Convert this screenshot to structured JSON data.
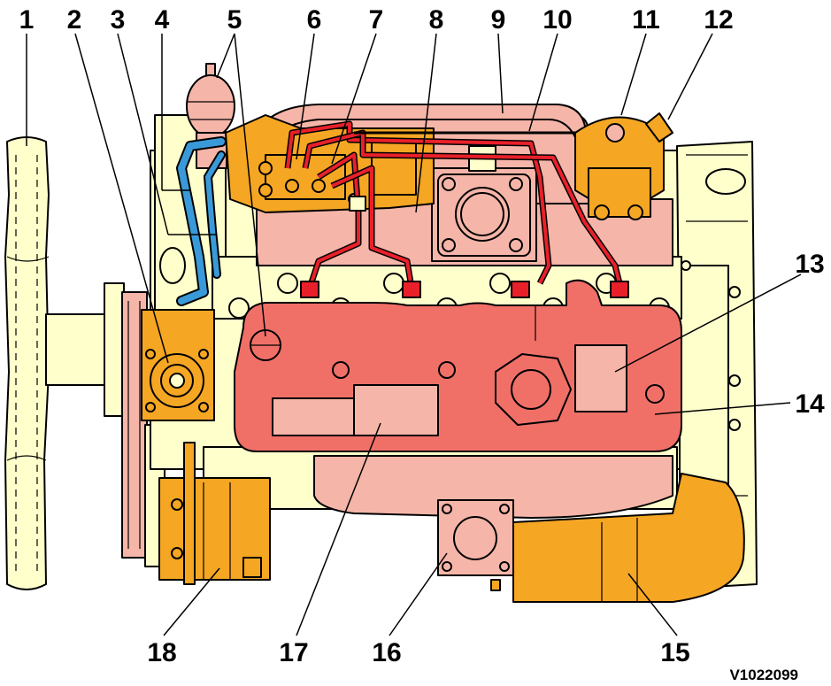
{
  "diagram": {
    "callouts": [
      {
        "id": "1",
        "label": "1"
      },
      {
        "id": "2",
        "label": "2"
      },
      {
        "id": "3",
        "label": "3"
      },
      {
        "id": "4",
        "label": "4"
      },
      {
        "id": "5",
        "label": "5"
      },
      {
        "id": "6",
        "label": "6"
      },
      {
        "id": "7",
        "label": "7"
      },
      {
        "id": "8",
        "label": "8"
      },
      {
        "id": "9",
        "label": "9"
      },
      {
        "id": "10",
        "label": "10"
      },
      {
        "id": "11",
        "label": "11"
      },
      {
        "id": "12",
        "label": "12"
      },
      {
        "id": "13",
        "label": "13"
      },
      {
        "id": "14",
        "label": "14"
      },
      {
        "id": "15",
        "label": "15"
      },
      {
        "id": "16",
        "label": "16"
      },
      {
        "id": "17",
        "label": "17"
      },
      {
        "id": "18",
        "label": "18"
      }
    ],
    "figure_code": "V1022099"
  },
  "colors": {
    "cream": "#ffffcc",
    "pink": "#f5b5a8",
    "red": "#f07068",
    "orange": "#f5a623",
    "blue": "#3a9ad9",
    "fuel_line": "#e8202a"
  }
}
